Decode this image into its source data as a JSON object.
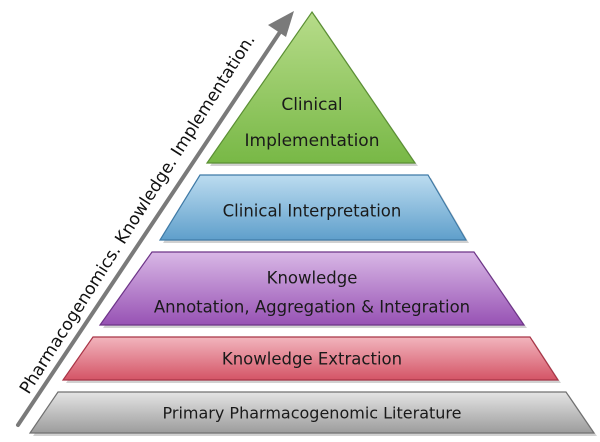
{
  "diagram": {
    "axis_label": "Pharmacogenomics. Knowledge. Implementation.",
    "tiers": [
      {
        "name": "clinical-implementation",
        "lines": [
          "Clinical",
          "Implementation"
        ],
        "fill_top": "#b7dc8a",
        "fill_bottom": "#78b846",
        "stroke": "#5a8f33"
      },
      {
        "name": "clinical-interpretation",
        "lines": [
          "Clinical Interpretation"
        ],
        "fill_top": "#bcdcf0",
        "fill_bottom": "#5f9fcb",
        "stroke": "#3f7aa6"
      },
      {
        "name": "knowledge-annotation",
        "lines": [
          "Knowledge",
          "Annotation, Aggregation & Integration"
        ],
        "fill_top": "#d9b8e6",
        "fill_bottom": "#9752b4",
        "stroke": "#6d3488"
      },
      {
        "name": "knowledge-extraction",
        "lines": [
          "Knowledge Extraction"
        ],
        "fill_top": "#f2b5bd",
        "fill_bottom": "#d45466",
        "stroke": "#a83446"
      },
      {
        "name": "primary-literature",
        "lines": [
          "Primary Pharmacogenomic Literature"
        ],
        "fill_top": "#e4e4e4",
        "fill_bottom": "#9c9c9c",
        "stroke": "#707070"
      }
    ]
  }
}
